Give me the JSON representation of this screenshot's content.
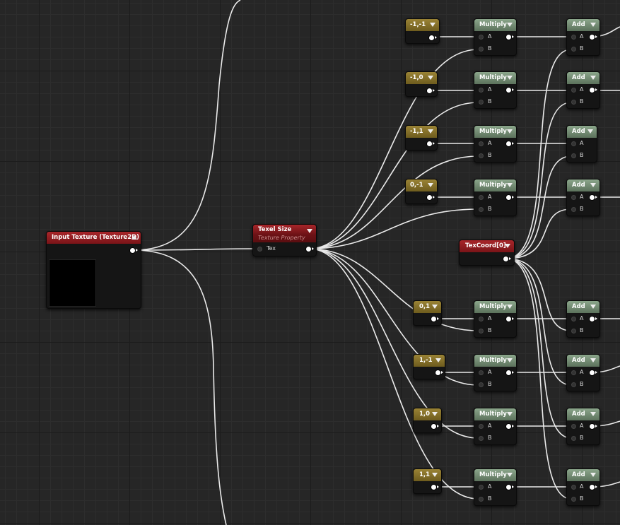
{
  "texture_node": {
    "title": "Input Texture (Texture2D)"
  },
  "texel_node": {
    "title": "Texel Size",
    "subtitle": "Texture Property",
    "input_label": "Tex"
  },
  "texcoord_node": {
    "title": "TexCoord[0]"
  },
  "constants": [
    {
      "label": "-1,-1"
    },
    {
      "label": "-1,0"
    },
    {
      "label": "-1,1"
    },
    {
      "label": "0,-1"
    },
    {
      "label": "0,1"
    },
    {
      "label": "1,-1"
    },
    {
      "label": "1,0"
    },
    {
      "label": "1,1"
    }
  ],
  "multiply_nodes": [
    {
      "title": "Multiply",
      "a": "A",
      "b": "B"
    },
    {
      "title": "Multiply",
      "a": "A",
      "b": "B"
    },
    {
      "title": "Multiply",
      "a": "A",
      "b": "B"
    },
    {
      "title": "Multiply",
      "a": "A",
      "b": "B"
    },
    {
      "title": "Multiply",
      "a": "A",
      "b": "B"
    },
    {
      "title": "Multiply",
      "a": "A",
      "b": "B"
    },
    {
      "title": "Multiply",
      "a": "A",
      "b": "B"
    },
    {
      "title": "Multiply",
      "a": "A",
      "b": "B"
    }
  ],
  "add_nodes": [
    {
      "title": "Add",
      "a": "A",
      "b": "B"
    },
    {
      "title": "Add",
      "a": "A",
      "b": "B"
    },
    {
      "title": "Add",
      "a": "A",
      "b": "B"
    },
    {
      "title": "Add",
      "a": "A",
      "b": "B"
    },
    {
      "title": "Add",
      "a": "A",
      "b": "B"
    },
    {
      "title": "Add",
      "a": "A",
      "b": "B"
    },
    {
      "title": "Add",
      "a": "A",
      "b": "B"
    },
    {
      "title": "Add",
      "a": "A",
      "b": "B"
    }
  ],
  "colors": {
    "canvas_bg": "#262626",
    "wire": "#e8e8e8",
    "texture_header": "#a8262a",
    "constant_header": "#9a8335",
    "math_header": "#8ba68b"
  }
}
